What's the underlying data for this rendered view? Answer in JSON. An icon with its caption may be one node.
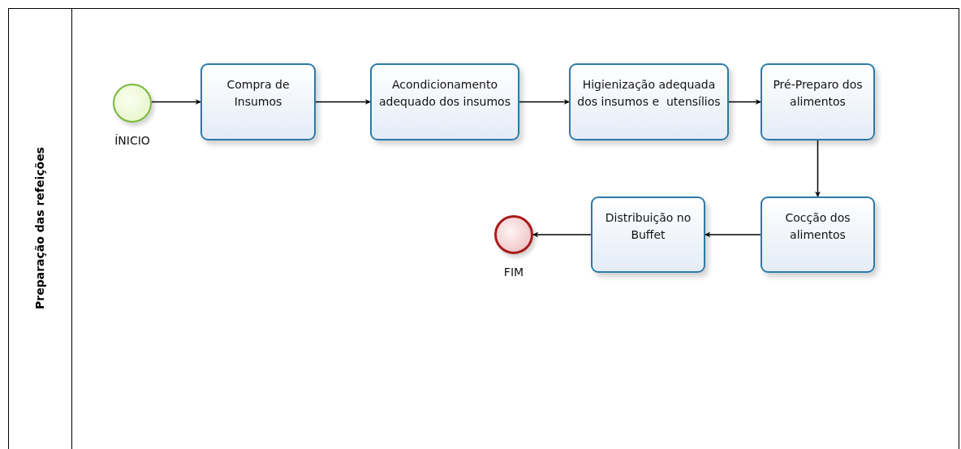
{
  "diagram": {
    "nodes": [
      {
        "text": [
          "Preparação das refeições"
        ]
      },
      {
        "text": [
          "ÍNICIO"
        ],
        "in": 0
      },
      {
        "text": [
          "Compra de Insumos"
        ],
        "in": 0
      },
      {
        "text": [
          "Acondicionamento adequado dos insumos"
        ],
        "in": 0
      },
      {
        "text": [
          "Higienização adequada  dos insumos e  utensílios"
        ],
        "in": 0
      },
      {
        "text": [
          "Pré-Preparo dos alimentos"
        ],
        "in": 0
      },
      {
        "text": [
          "Cocção dos alimentos"
        ],
        "in": 0
      },
      {
        "text": [
          "Distribuição no Buffet"
        ],
        "in": 0
      },
      {
        "text": [
          "FIM"
        ],
        "in": 0
      }
    ],
    "edges": [
      {
        "from": 1,
        "to": 2,
        "arrow": "to"
      },
      {
        "from": 2,
        "to": 3,
        "arrow": "to"
      },
      {
        "from": 3,
        "to": 4,
        "arrow": "to"
      },
      {
        "from": 4,
        "to": 5,
        "arrow": "to"
      },
      {
        "from": 5,
        "to": 6,
        "arrow": "to"
      },
      {
        "from": 6,
        "to": 7,
        "arrow": "to"
      },
      {
        "from": 7,
        "to": 8,
        "arrow": "to"
      }
    ]
  }
}
